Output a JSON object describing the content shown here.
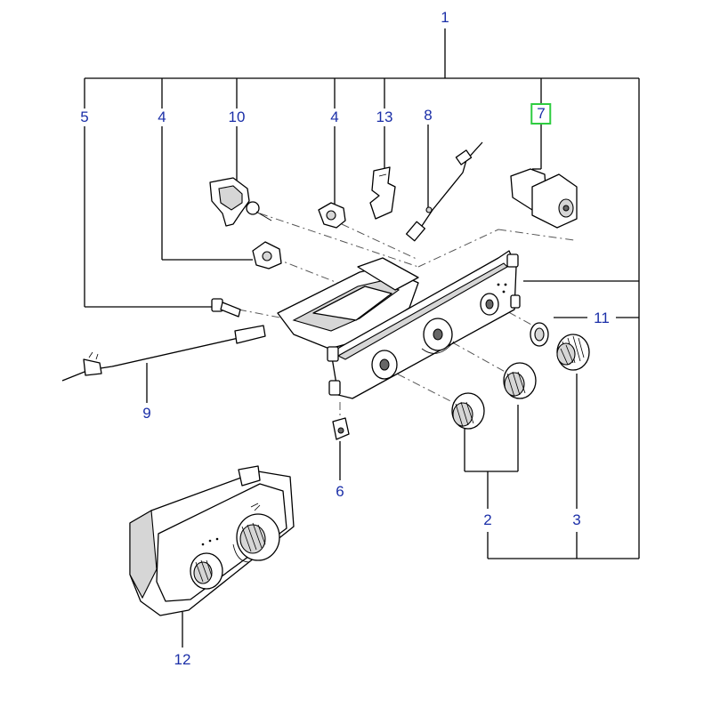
{
  "diagram": {
    "callouts": {
      "c1": "1",
      "c2": "2",
      "c3": "3",
      "c4a": "4",
      "c4b": "4",
      "c5": "5",
      "c6": "6",
      "c7": "7",
      "c8": "8",
      "c9": "9",
      "c10": "10",
      "c11": "11",
      "c12": "12",
      "c13": "13"
    },
    "highlight_color": "#2ecc40",
    "callout_color": "#1b2fa8"
  }
}
